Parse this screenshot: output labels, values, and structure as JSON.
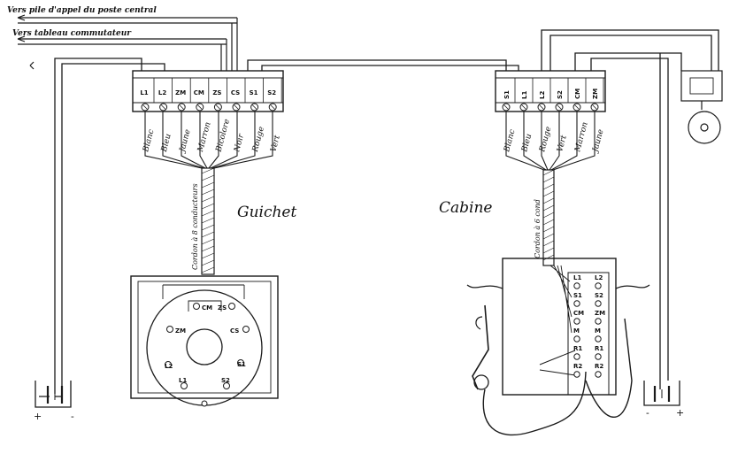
{
  "header": {
    "line1": "Vers pile d'appel du poste central",
    "line2": "Vers tableau commutateur"
  },
  "guichet": {
    "title": "Guichet",
    "terminals": [
      "L1",
      "L2",
      "ZM",
      "CM",
      "ZS",
      "CS",
      "S1",
      "S2"
    ],
    "wires": [
      "Blanc",
      "Bleu",
      "Jaune",
      "Marron",
      "Bicolore",
      "Noir",
      "Rouge",
      "Vert"
    ],
    "cord": "Cordon à 8 conducteurs",
    "jack": [
      "CM",
      "ZS",
      "ZM",
      "CS",
      "L2",
      "S1",
      "L1",
      "S2"
    ],
    "battery": {
      "plus": "+",
      "minus": "-"
    }
  },
  "cabine": {
    "title": "Cabine",
    "terminals": [
      "S1",
      "L1",
      "L2",
      "S2",
      "CM",
      "ZM"
    ],
    "wires": [
      "Blanc",
      "Bleu",
      "Rouge",
      "Vert",
      "Marron",
      "Jaune"
    ],
    "cord": "Cordon à 6 cond",
    "box_terminals": [
      "L1",
      "L2",
      "S1",
      "S2",
      "CM",
      "ZM",
      "M",
      "M",
      "R1",
      "R1",
      "R2",
      "R2"
    ],
    "battery": {
      "minus": "-",
      "plus": "+"
    }
  }
}
